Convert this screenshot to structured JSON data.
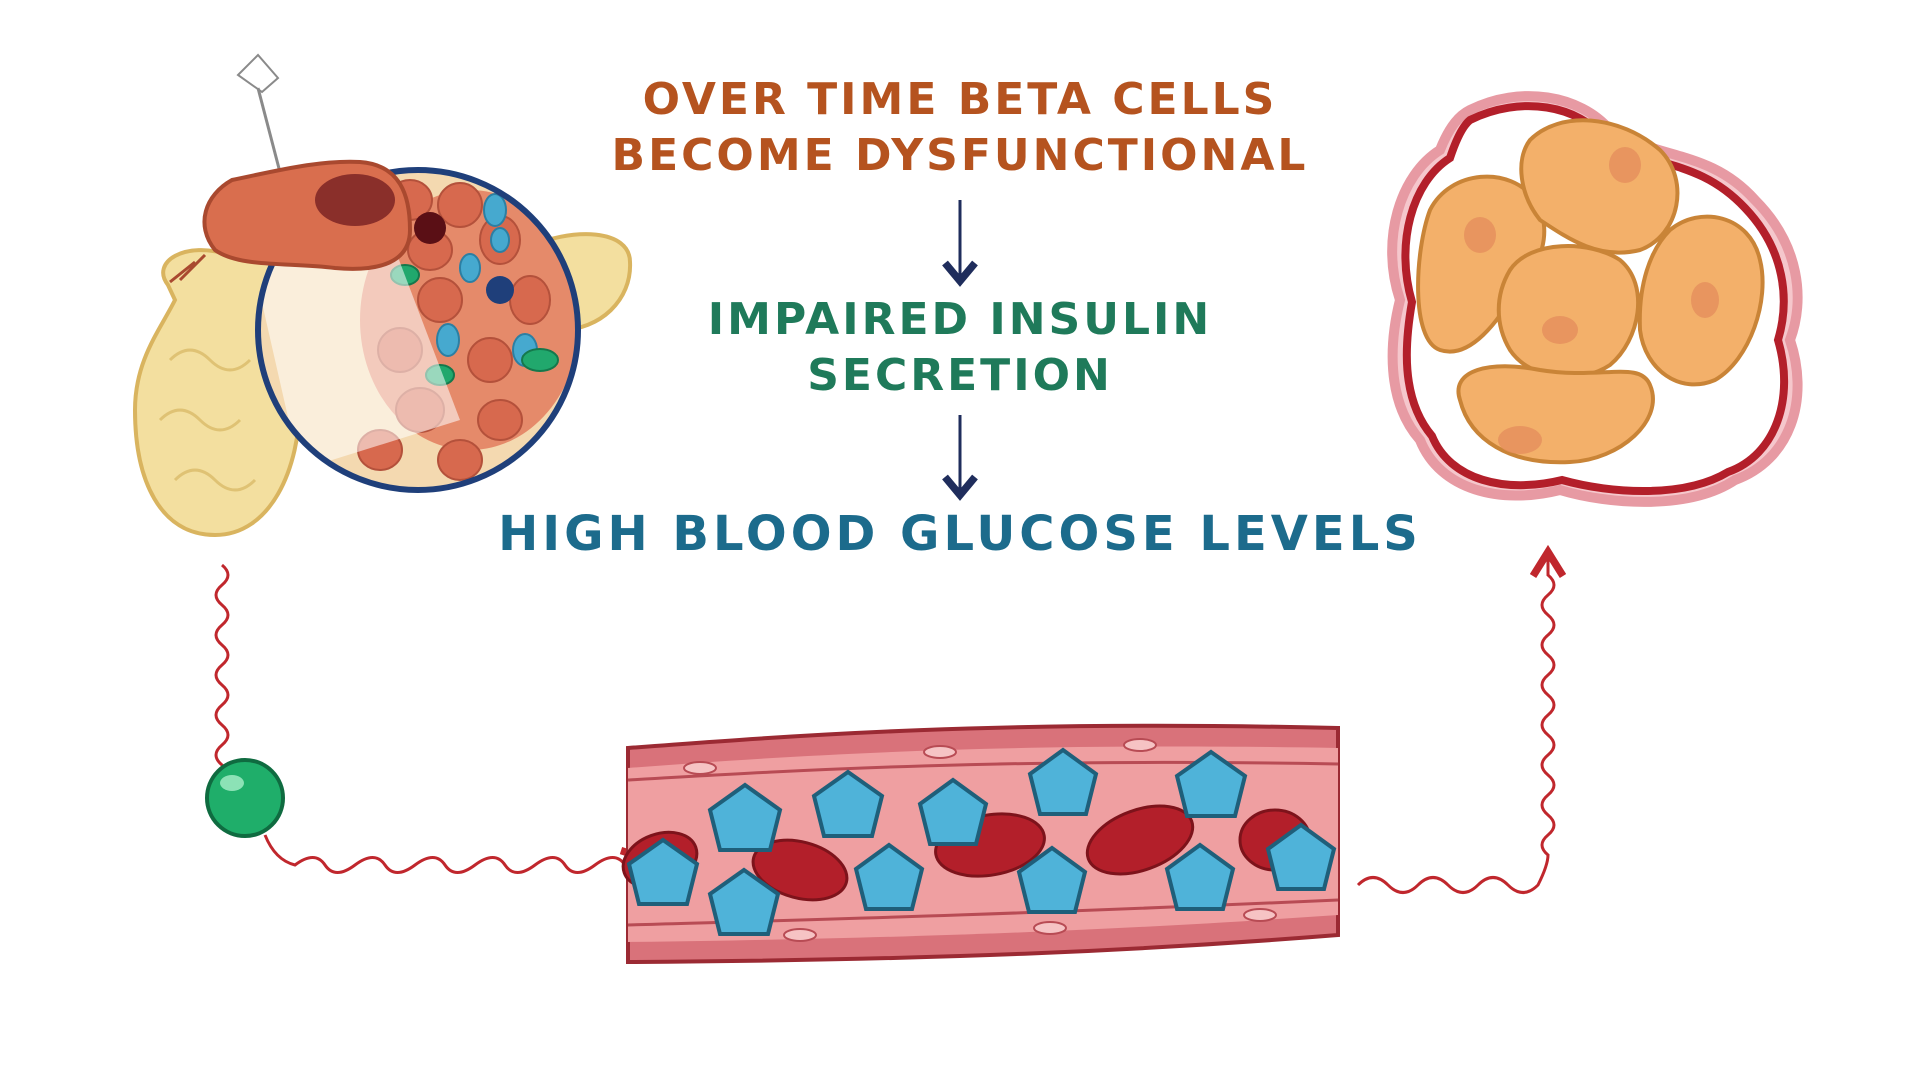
{
  "steps": [
    {
      "lines": [
        "OVER TIME BETA CELLS",
        "BECOME DYSFUNCTIONAL"
      ]
    },
    {
      "lines": [
        "IMPAIRED INSULIN",
        "SECRETION"
      ]
    },
    {
      "lines": [
        "HIGH BLOOD GLUCOSE LEVELS"
      ]
    }
  ],
  "colors": {
    "step1": "#b5531f",
    "step2": "#1f7a5a",
    "step3": "#1c6b8c",
    "arrow": "#1f2d5c",
    "signal": "#c0272d",
    "insulin": "#1fae6a",
    "glucose": "#4fb3d9",
    "vessel": "#d9727a",
    "rbc": "#b31f2a",
    "fat_cell": "#f3b06a"
  },
  "icons": {
    "pancreas": "pancreas-icon",
    "islet_zoom": "islet-magnifier-icon",
    "insulin_molecule": "insulin-molecule-icon",
    "blood_vessel": "blood-vessel-icon",
    "glucose": "glucose-pentagon-icon",
    "tissue": "cell-cluster-icon"
  }
}
